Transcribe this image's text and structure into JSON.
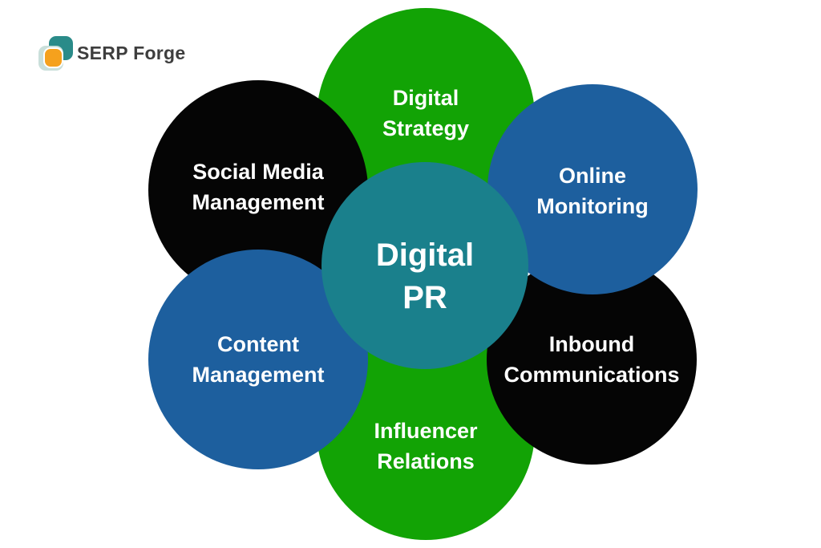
{
  "logo": {
    "text": "SERP Forge",
    "text_color": "#3e3e3e",
    "icon": {
      "teal_square_color": "#2a8b89",
      "mint_square_color": "#c9dfda",
      "orange_square_color": "#f5a11d"
    }
  },
  "diagram": {
    "background_color": "#ffffff",
    "label_text_color": "#ffffff",
    "center": {
      "line1": "Digital",
      "line2": "PR",
      "color": "#1a808c"
    },
    "nodes": [
      {
        "id": "digital-strategy",
        "line1": "Digital",
        "line2": "Strategy",
        "color": "#12a305",
        "position": "top"
      },
      {
        "id": "online-monitoring",
        "line1": "Online",
        "line2": "Monitoring",
        "color": "#1d5f9e",
        "position": "top-right"
      },
      {
        "id": "inbound-communications",
        "line1": "Inbound",
        "line2": "Communications",
        "color": "#050505",
        "position": "bottom-right"
      },
      {
        "id": "influencer-relations",
        "line1": "Influencer",
        "line2": "Relations",
        "color": "#12a305",
        "position": "bottom"
      },
      {
        "id": "content-management",
        "line1": "Content",
        "line2": "Management",
        "color": "#1d5f9e",
        "position": "bottom-left"
      },
      {
        "id": "social-media-management",
        "line1": "Social Media",
        "line2": "Management",
        "color": "#050505",
        "position": "top-left"
      }
    ]
  }
}
